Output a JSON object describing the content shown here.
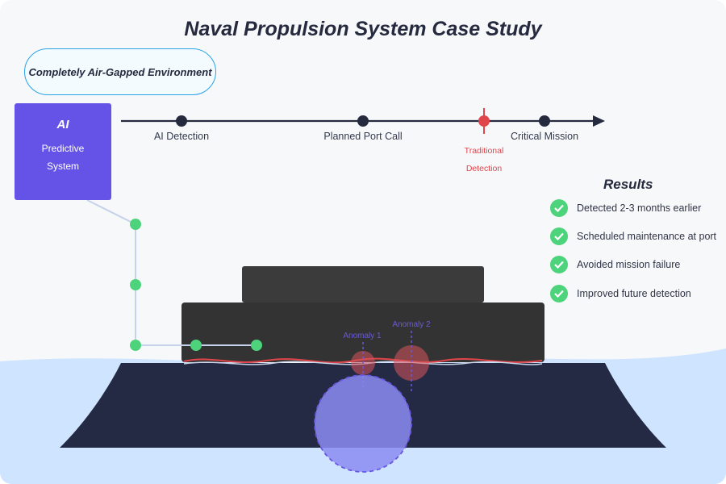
{
  "title": "Naval Propulsion System Case Study",
  "environment_label": "Completely Air-Gapped Environment",
  "ai_box": {
    "title": "AI",
    "line1": "Predictive",
    "line2": "System"
  },
  "timeline": {
    "events": [
      {
        "label": "AI Detection"
      },
      {
        "label": "Planned Port Call"
      },
      {
        "label": "Traditional",
        "label2": "Detection"
      },
      {
        "label": "Critical Mission"
      }
    ]
  },
  "results": {
    "title": "Results",
    "items": [
      {
        "text": "Detected 2-3 months earlier"
      },
      {
        "text": "Scheduled maintenance at port"
      },
      {
        "text": "Avoided mission failure"
      },
      {
        "text": "Improved future detection"
      }
    ]
  },
  "anomalies": [
    {
      "label": "Anomaly 1"
    },
    {
      "label": "Anomaly 2"
    }
  ],
  "colors": {
    "accent_purple": "#6453e6",
    "node_green": "#4cd37b",
    "alert_red": "#e0454b",
    "hull_dark": "#242a44",
    "water": "#cfe5ff",
    "timeline_dark": "#252a3e"
  }
}
